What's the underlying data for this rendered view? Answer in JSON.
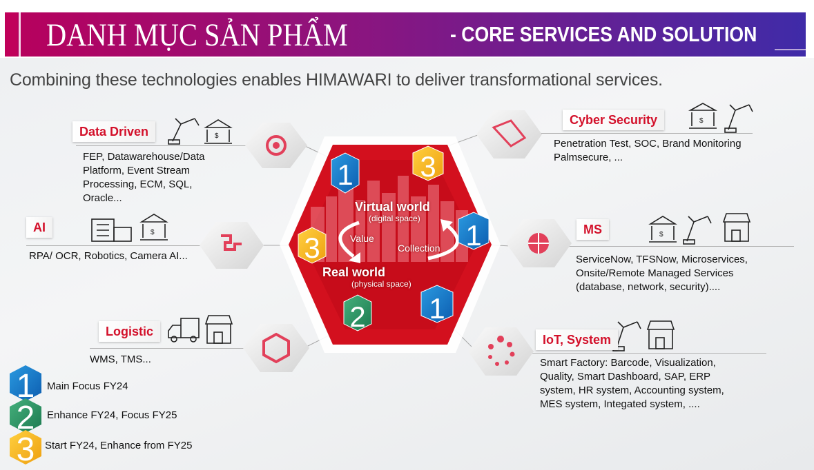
{
  "header": {
    "title": "DANH MỤC SẢN PHẨM",
    "subtitle": "- CORE SERVICES AND SOLUTION"
  },
  "tagline": "Combining these technologies enables HIMAWARI to deliver transformational services.",
  "center": {
    "virtual": "Virtual world",
    "virtual_sub": "(digital space)",
    "real": "Real world",
    "real_sub": "(physical space)",
    "value": "Value",
    "collection": "Collection",
    "color": "#d3101e"
  },
  "segments": {
    "data_driven": {
      "label": "Data Driven",
      "lines": [
        "FEP, Datawarehouse/Data",
        "Platform, Event Stream",
        "Processing, ECM, SQL,",
        "Oracle..."
      ],
      "badge": "1"
    },
    "cyber": {
      "label": "Cyber Security",
      "lines": [
        "Penetration Test, SOC, Brand Monitoring",
        "Palmsecure, ..."
      ],
      "badge": "3"
    },
    "ai": {
      "label": "AI",
      "lines": [
        "RPA/ OCR, Robotics, Camera AI..."
      ],
      "badge": "3"
    },
    "ms": {
      "label": "MS",
      "lines": [
        "ServiceNow, TFSNow, Microservices,",
        "Onsite/Remote Managed Services",
        "(database, network, security)...."
      ],
      "badge": "1"
    },
    "logistic": {
      "label": "Logistic",
      "lines": [
        "WMS, TMS..."
      ],
      "badge": "2"
    },
    "iot": {
      "label": "IoT, System",
      "lines": [
        "Smart Factory: Barcode, Visualization,",
        "Quality, Smart Dashboard, SAP, ERP",
        "system, HR system, Accounting system,",
        "MES system, Integated system, ...."
      ],
      "badge": "1"
    }
  },
  "legend": [
    {
      "badge": "1",
      "text": "Main Focus FY24",
      "color": "#1a7fd0"
    },
    {
      "badge": "2",
      "text": "Enhance FY24, Focus FY25",
      "color": "#2e9a6a"
    },
    {
      "badge": "3",
      "text": "Start FY24, Enhance from FY25",
      "color": "#f0b020"
    }
  ]
}
